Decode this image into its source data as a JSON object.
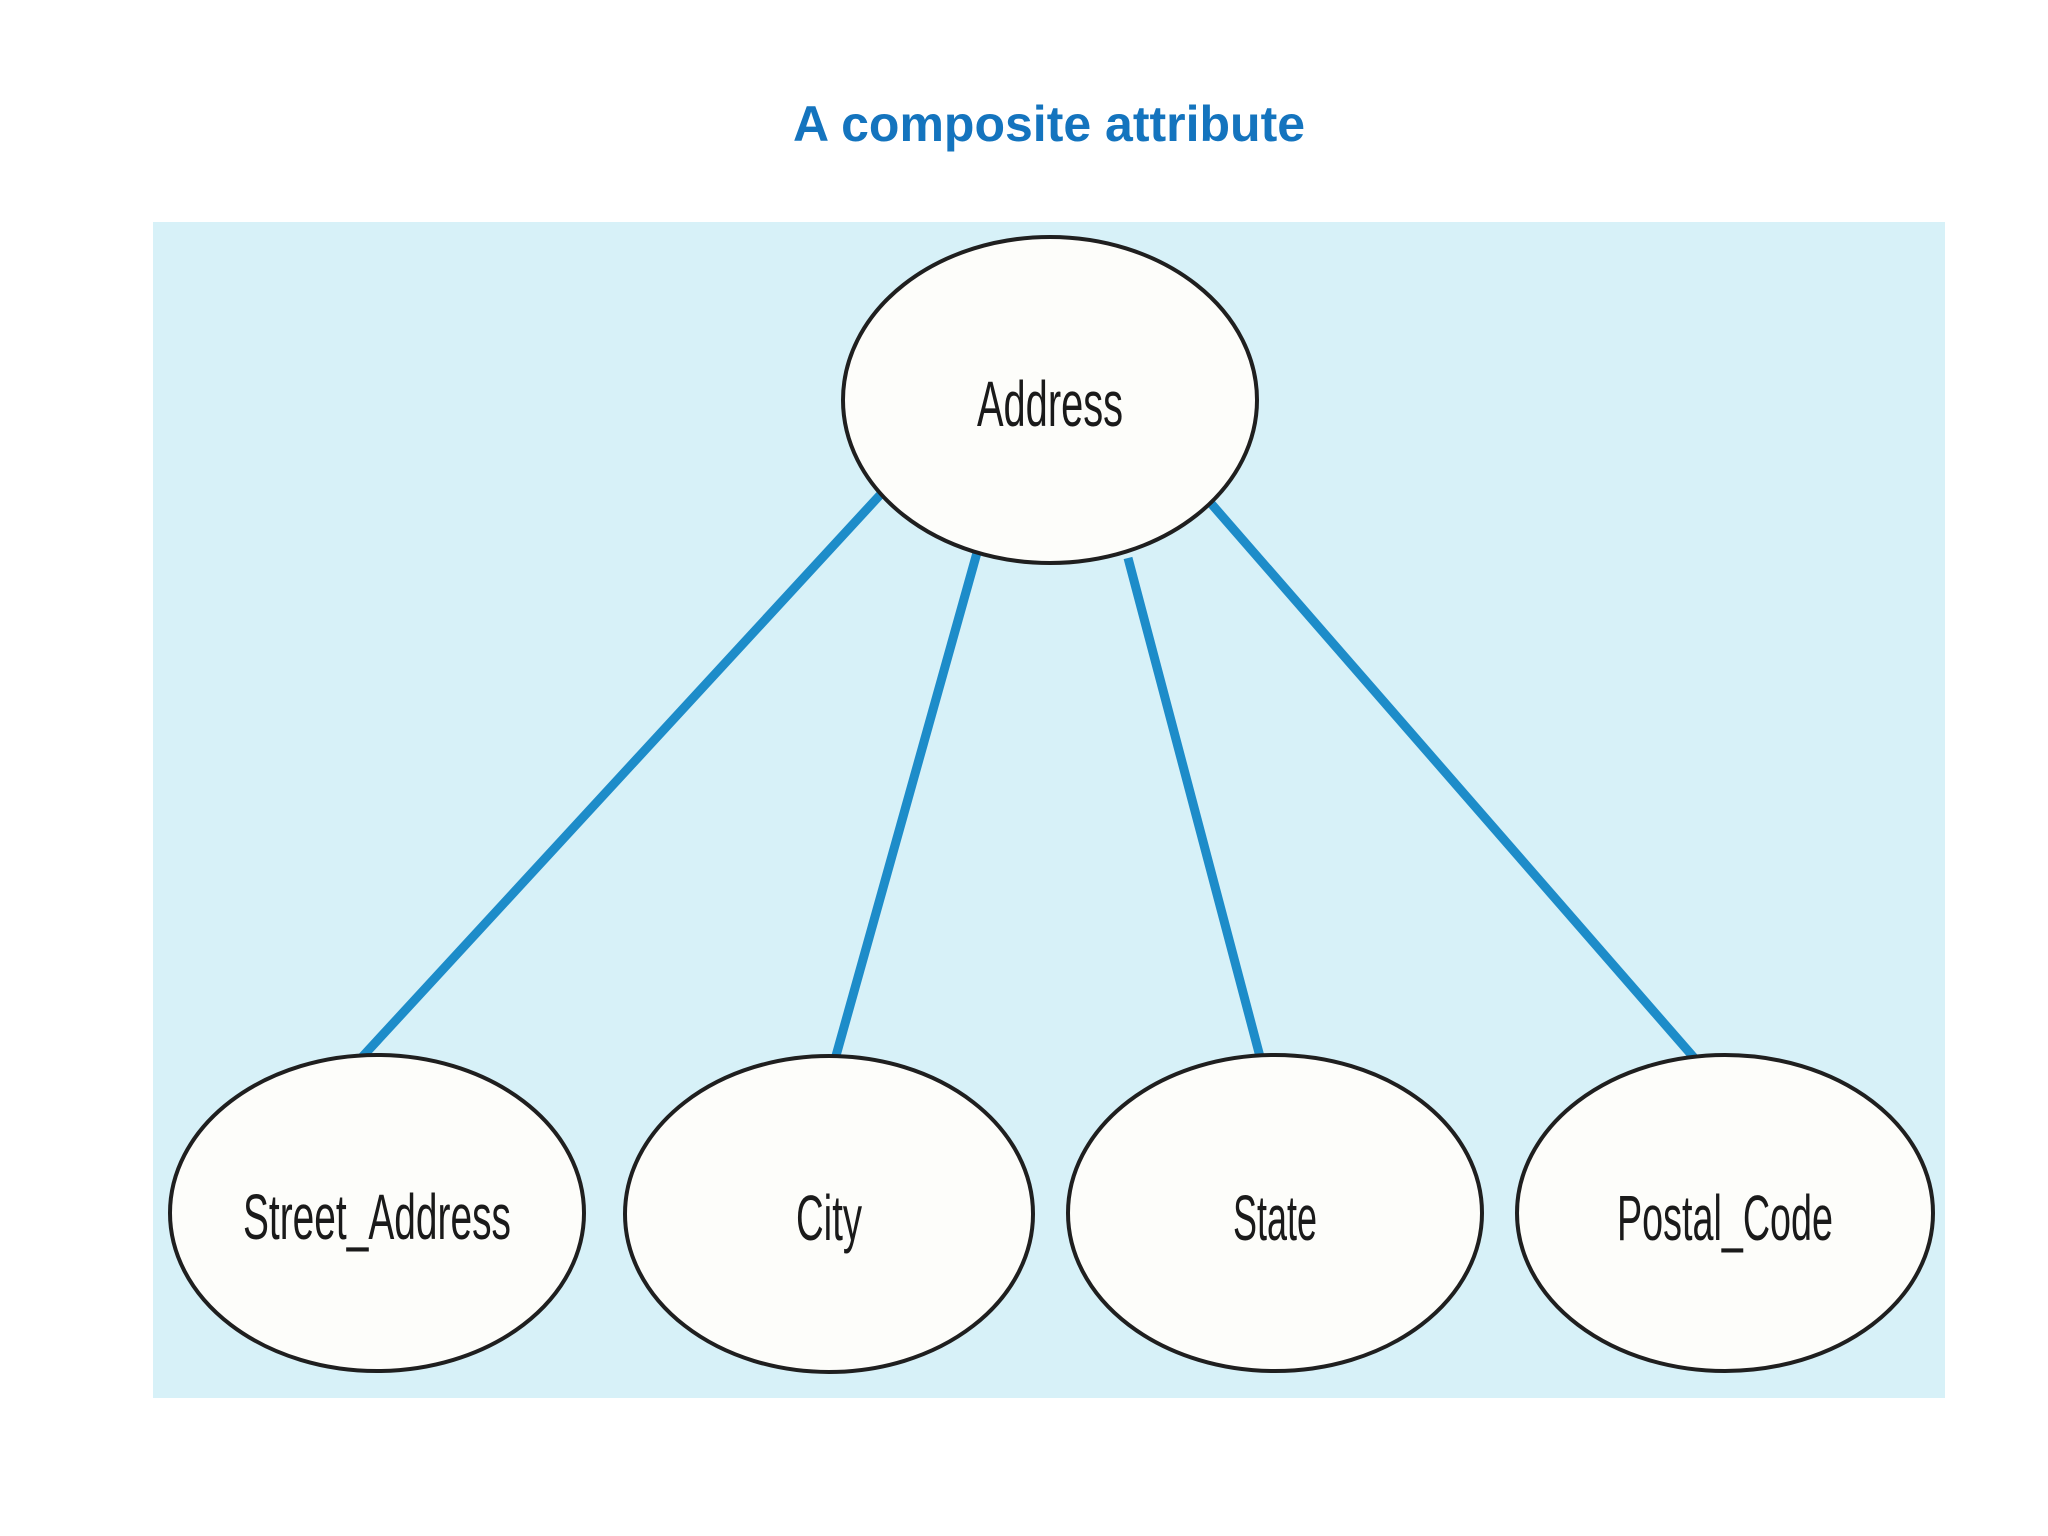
{
  "page": {
    "title": "A composite attribute"
  },
  "diagram": {
    "type": "er-attribute-diagram",
    "description_visible": "One parent attribute ellipse connected to four component attribute ellipses",
    "parent_attribute": {
      "label": "Address"
    },
    "component_attributes": [
      {
        "label": "Street_Address"
      },
      {
        "label": "City"
      },
      {
        "label": "State"
      },
      {
        "label": "Postal_Code"
      }
    ],
    "connections": [
      {
        "from": "Address",
        "to": "Street_Address"
      },
      {
        "from": "Address",
        "to": "City"
      },
      {
        "from": "Address",
        "to": "State"
      },
      {
        "from": "Address",
        "to": "Postal_Code"
      }
    ],
    "colors": {
      "panel_background": "#D7F1F8",
      "connector_line": "#1D8CC9",
      "ellipse_fill": "#FDFDFA",
      "ellipse_stroke": "#1F1F1F",
      "title_text": "#1474BE",
      "label_text": "#1A1A1A"
    }
  }
}
